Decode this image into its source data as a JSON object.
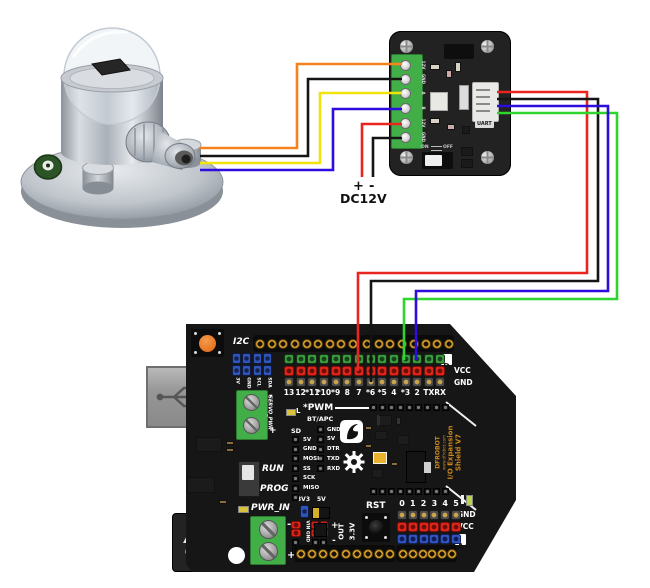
{
  "scene": {
    "description": "Wiring diagram: solar radiation sensor connected through a signal converter board to a DFRobot I/O expansion shield on an Arduino",
    "sensor_name": "solar-radiation-sensor",
    "converter_name": "signal-converter-board",
    "board_name": "arduino-with-io-expansion-shield"
  },
  "power": {
    "plus": "+",
    "minus": "-",
    "label": "DC12V"
  },
  "converter": {
    "terminals": [
      "12V",
      "GND",
      "A",
      "B",
      "12V",
      "GND"
    ],
    "switch_on": "ON",
    "switch_off": "OFF",
    "uart_label": "UART"
  },
  "wires": [
    {
      "id": "sensor-orange",
      "color": "#f5821f",
      "from": "sensor",
      "to": "converter terminal 1"
    },
    {
      "id": "sensor-black",
      "color": "#141414",
      "from": "sensor",
      "to": "converter terminal 2"
    },
    {
      "id": "sensor-yellow",
      "color": "#f2e20e",
      "from": "sensor",
      "to": "converter terminal 3"
    },
    {
      "id": "sensor-blue",
      "color": "#2d0ddd",
      "from": "sensor",
      "to": "converter terminal 4"
    },
    {
      "id": "power-red",
      "color": "#e8251f",
      "from": "converter terminal 5",
      "to": "DC12V +"
    },
    {
      "id": "power-black",
      "color": "#141414",
      "from": "converter terminal 6",
      "to": "DC12V -"
    },
    {
      "id": "uart-red",
      "color": "#e8251f",
      "from": "converter connector",
      "to": "shield VCC row pin 7"
    },
    {
      "id": "uart-black",
      "color": "#141414",
      "from": "converter connector",
      "to": "shield GND row pin 6"
    },
    {
      "id": "uart-blue",
      "color": "#2d0ddd",
      "from": "converter connector",
      "to": "shield D row pin 2"
    },
    {
      "id": "uart-green",
      "color": "#2fd42f",
      "from": "converter connector",
      "to": "shield D row pin 3"
    }
  ],
  "shield": {
    "i2c": "I2C",
    "i2c_pins": [
      "3V",
      "GND",
      "SCL",
      "SDA"
    ],
    "digital_labels": [
      "13",
      "12",
      "*11",
      "*10",
      "*9",
      "8",
      "7",
      "*6",
      "*5",
      "4",
      "*3",
      "2",
      "TXRX"
    ],
    "d_box": "D",
    "vcc": "VCC",
    "gnd": "GND",
    "servo_pwr": "SERVO_PWR",
    "servo_minus": "-",
    "servo_plus": "+",
    "run": "RUN",
    "prog": "PROG",
    "led_l": "L",
    "pwm": "*PWM",
    "bt_apc": "BT/APC",
    "sd": "SD",
    "sd_pins": [
      "5V",
      "GND",
      "MOSI",
      "SS",
      "SCK",
      "MISO"
    ],
    "uart_pins": [
      "GND",
      "5V",
      "DTR",
      "TXD",
      "RXD"
    ],
    "v33": "3V3",
    "v5": "5V",
    "pwr_in": "PWR_IN",
    "pwr_minus": "-",
    "pwr_plus": "+",
    "vin_gnd": "VIN GND",
    "out_plus": "+",
    "out_minus": "-",
    "out": "OUT",
    "out_v": "3.3V",
    "rst": "RST",
    "analog_labels": [
      "0",
      "1",
      "2",
      "3",
      "4",
      "5"
    ],
    "analog_gnd": "GND",
    "analog_vcc": "VCC",
    "a_box": "A",
    "brand": [
      "DFROBOT",
      "www.dfrobot.com",
      "I/O Expansion",
      "Shield V7"
    ]
  },
  "colors": {
    "board_black": "#161616",
    "terminal_green": "#42ae47",
    "pin_green": "#3c9b3c",
    "pin_red": "#e0261b",
    "pin_gray": "#4b4b4b",
    "pin_blue": "#3254c2",
    "socket_gold": "#d9a02b",
    "brand_orange": "#c8861e",
    "button_orange": "#e87722"
  }
}
